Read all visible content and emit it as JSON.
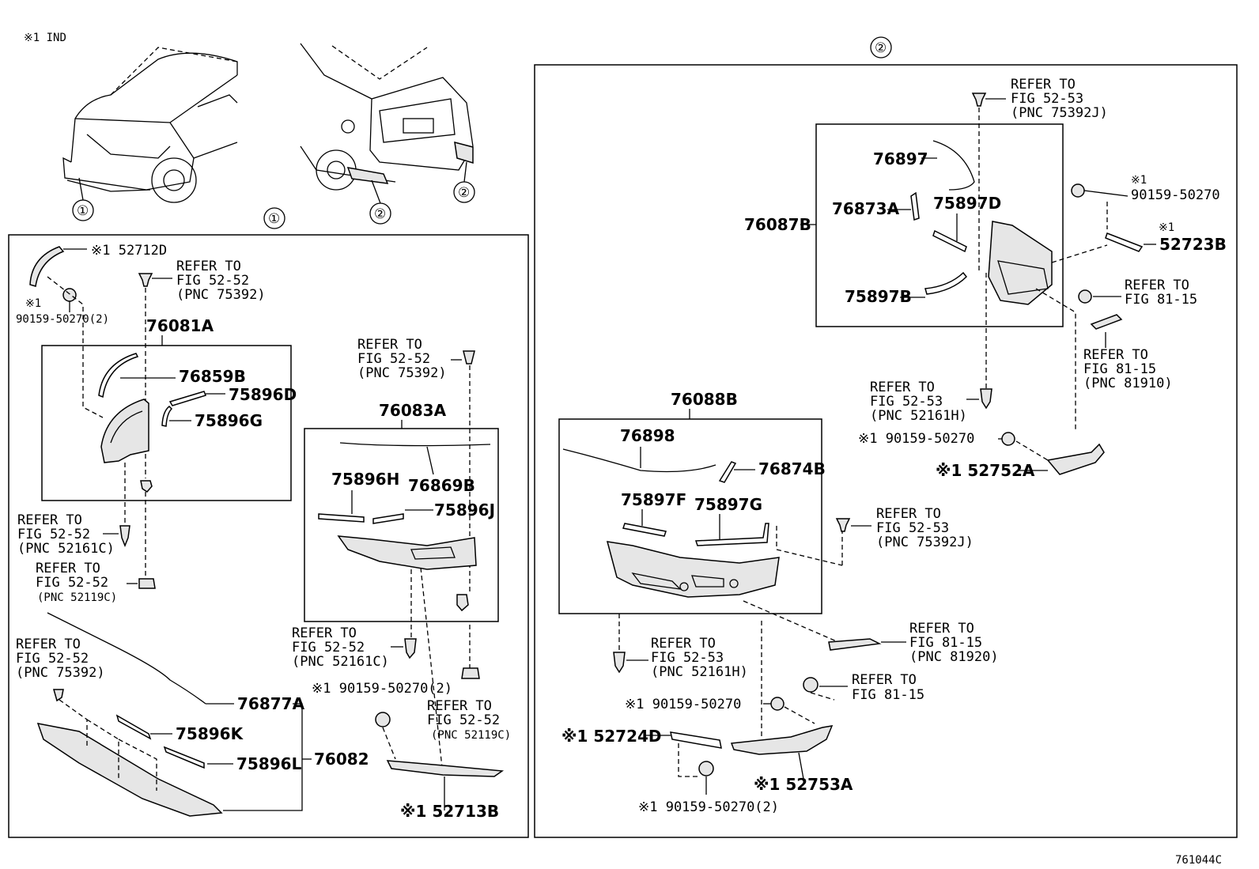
{
  "header": {
    "note": "※1 IND",
    "figure_code": "761044C"
  },
  "regions": {
    "front": "①",
    "rear": "②"
  },
  "front": {
    "kit_upper": "76081A",
    "kit_middle": "76083A",
    "kit_lower": "76082",
    "parts": {
      "p52712D": "※1 52712D",
      "p76859B": "76859B",
      "p75896D": "75896D",
      "p75896G": "75896G",
      "p75896H": "75896H",
      "p76869B": "76869B",
      "p75896J": "75896J",
      "p76877A": "76877A",
      "p75896K": "75896K",
      "p75896L": "75896L",
      "p52713B": "※1 52713B",
      "screw_a1": "※1",
      "screw_a2": "90159-50270(2)",
      "screw_b": "※1 90159-50270(2)"
    },
    "refs": {
      "r1": [
        "REFER TO",
        "FIG 52-52",
        "(PNC 75392)"
      ],
      "r2": [
        "REFER TO",
        "FIG 52-52",
        "(PNC 75392)"
      ],
      "r3": [
        "REFER TO",
        "FIG 52-52",
        "(PNC 52161C)"
      ],
      "r4": [
        "REFER TO",
        "FIG 52-52",
        "(PNC 52119C)"
      ],
      "r5": [
        "REFER TO",
        "FIG 52-52",
        "(PNC 75392)"
      ],
      "r6": [
        "REFER TO",
        "FIG 52-52",
        "(PNC 52161C)"
      ],
      "r7": [
        "REFER TO",
        "FIG 52-52",
        "(PNC 52119C)"
      ]
    }
  },
  "rear": {
    "kit_upper": "76087B",
    "kit_lower": "76088B",
    "parts": {
      "p76897": "76897",
      "p76873A": "76873A",
      "p75897D": "75897D",
      "p75897B": "75897B",
      "p52723B_a": "※1",
      "p52723B_b": "52723B",
      "screw_c1": "※1",
      "screw_c2": "90159-50270",
      "screw_d": "※1 90159-50270",
      "p52752A": "※1 52752A",
      "p76898": "76898",
      "p76874B": "76874B",
      "p75897F": "75897F",
      "p75897G": "75897G",
      "screw_e": "※1 90159-50270",
      "p52724D": "※1 52724D",
      "p52753A": "※1 52753A",
      "screw_f": "※1 90159-50270(2)"
    },
    "refs": {
      "r1": [
        "REFER TO",
        "FIG 52-53",
        "(PNC 75392J)"
      ],
      "r2": [
        "REFER TO",
        "FIG 81-15"
      ],
      "r3": [
        "REFER TO",
        "FIG 81-15",
        "(PNC 81910)"
      ],
      "r4": [
        "REFER TO",
        "FIG 52-53",
        "(PNC 52161H)"
      ],
      "r5": [
        "REFER TO",
        "FIG 52-53",
        "(PNC 75392J)"
      ],
      "r6": [
        "REFER TO",
        "FIG 81-15",
        "(PNC 81920)"
      ],
      "r7": [
        "REFER TO",
        "FIG 52-53",
        "(PNC 52161H)"
      ],
      "r8": [
        "REFER TO",
        "FIG 81-15"
      ]
    }
  }
}
